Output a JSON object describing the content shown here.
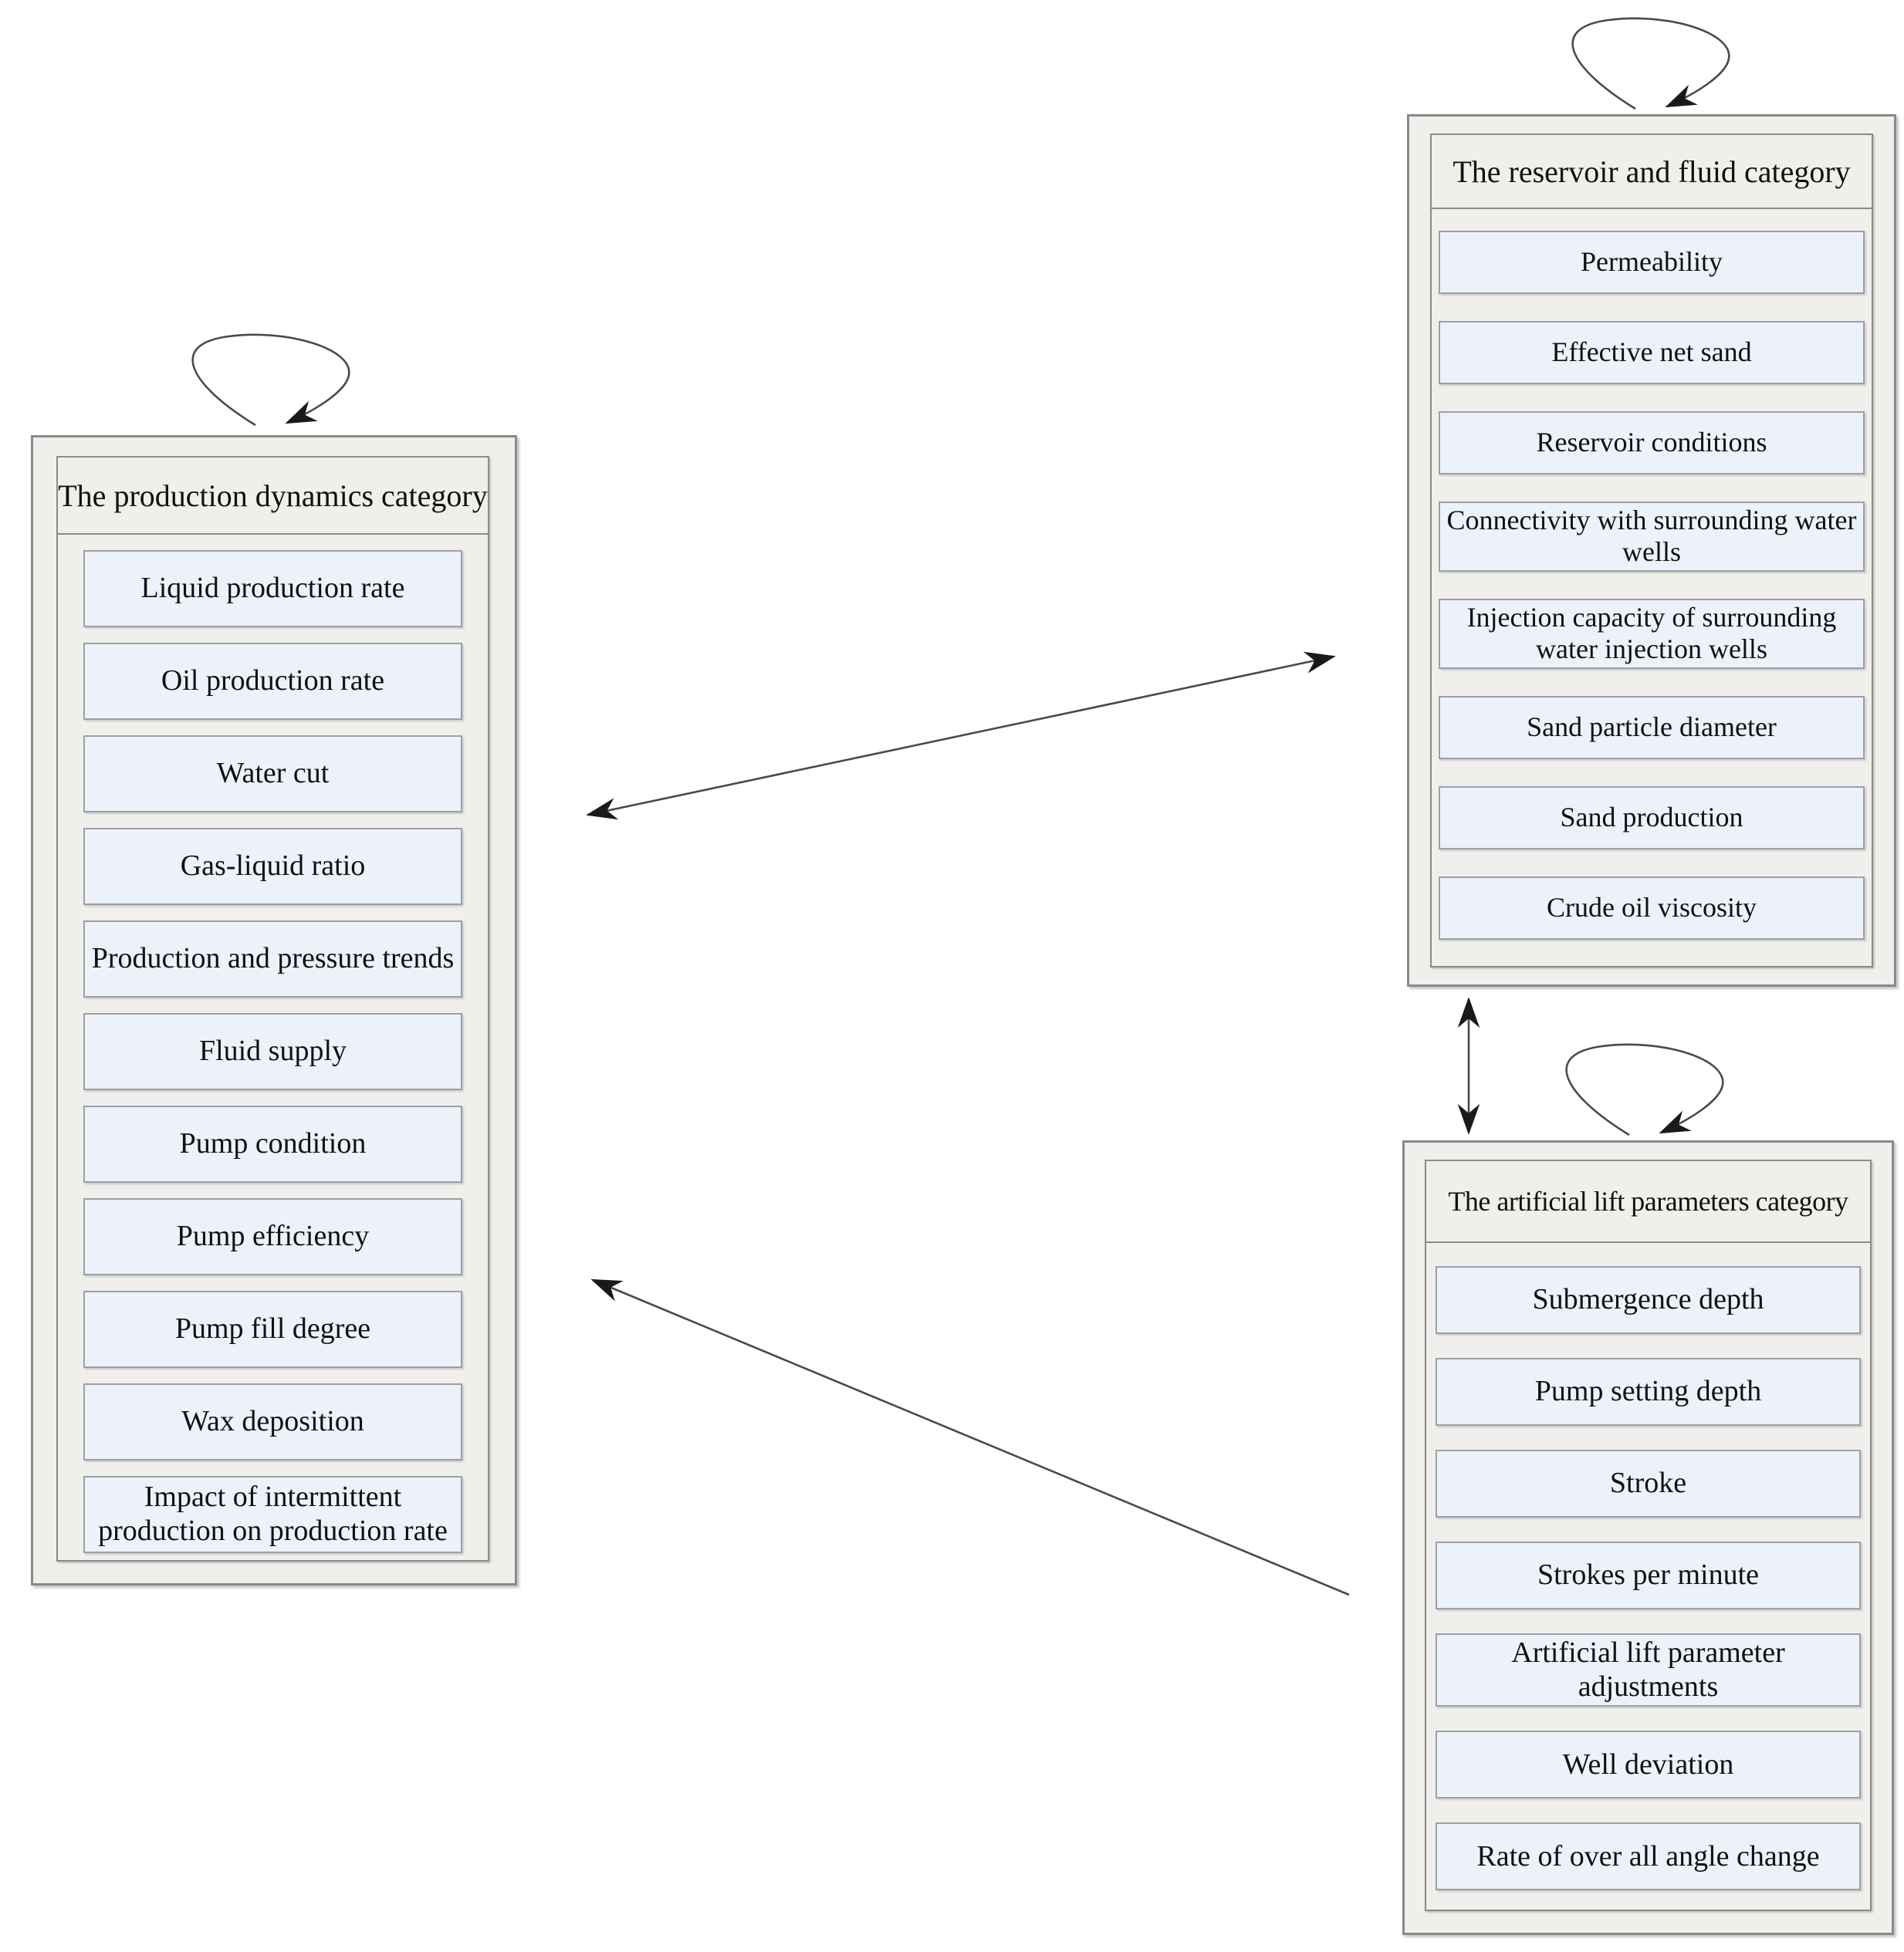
{
  "diagram": {
    "categories": [
      {
        "id": "production-dynamics",
        "title": "The production dynamics category",
        "items": [
          "Liquid production rate",
          "Oil production rate",
          "Water cut",
          "Gas-liquid ratio",
          "Production and pressure trends",
          "Fluid supply",
          "Pump condition",
          "Pump efficiency",
          "Pump fill degree",
          "Wax deposition",
          "Impact of intermittent production on production rate"
        ]
      },
      {
        "id": "reservoir-fluid",
        "title": "The reservoir and fluid category",
        "items": [
          "Permeability",
          "Effective net sand",
          "Reservoir conditions",
          "Connectivity with surrounding water wells",
          "Injection capacity of surrounding water injection wells",
          "Sand particle diameter",
          "Sand production",
          "Crude oil viscosity"
        ]
      },
      {
        "id": "artificial-lift",
        "title": "The artificial lift parameters category",
        "items": [
          "Submergence depth",
          "Pump setting depth",
          "Stroke",
          "Strokes per minute",
          "Artificial lift parameter adjustments",
          "Well deviation",
          "Rate of over all angle change"
        ]
      }
    ],
    "edges": [
      {
        "from": "production-dynamics",
        "to": "production-dynamics",
        "type": "self-loop"
      },
      {
        "from": "reservoir-fluid",
        "to": "reservoir-fluid",
        "type": "self-loop"
      },
      {
        "from": "artificial-lift",
        "to": "artificial-lift",
        "type": "self-loop"
      },
      {
        "from": "production-dynamics",
        "to": "reservoir-fluid",
        "type": "bidirectional"
      },
      {
        "from": "reservoir-fluid",
        "to": "artificial-lift",
        "type": "bidirectional"
      },
      {
        "from": "artificial-lift",
        "to": "production-dynamics",
        "type": "directed"
      }
    ],
    "colors": {
      "box_fill": "#f0efeb",
      "item_fill": "#edf2fa",
      "box_border": "#8a8a8a",
      "item_border": "#9aa0a8",
      "arrow": "#4a4a4a",
      "text": "#111111"
    }
  }
}
